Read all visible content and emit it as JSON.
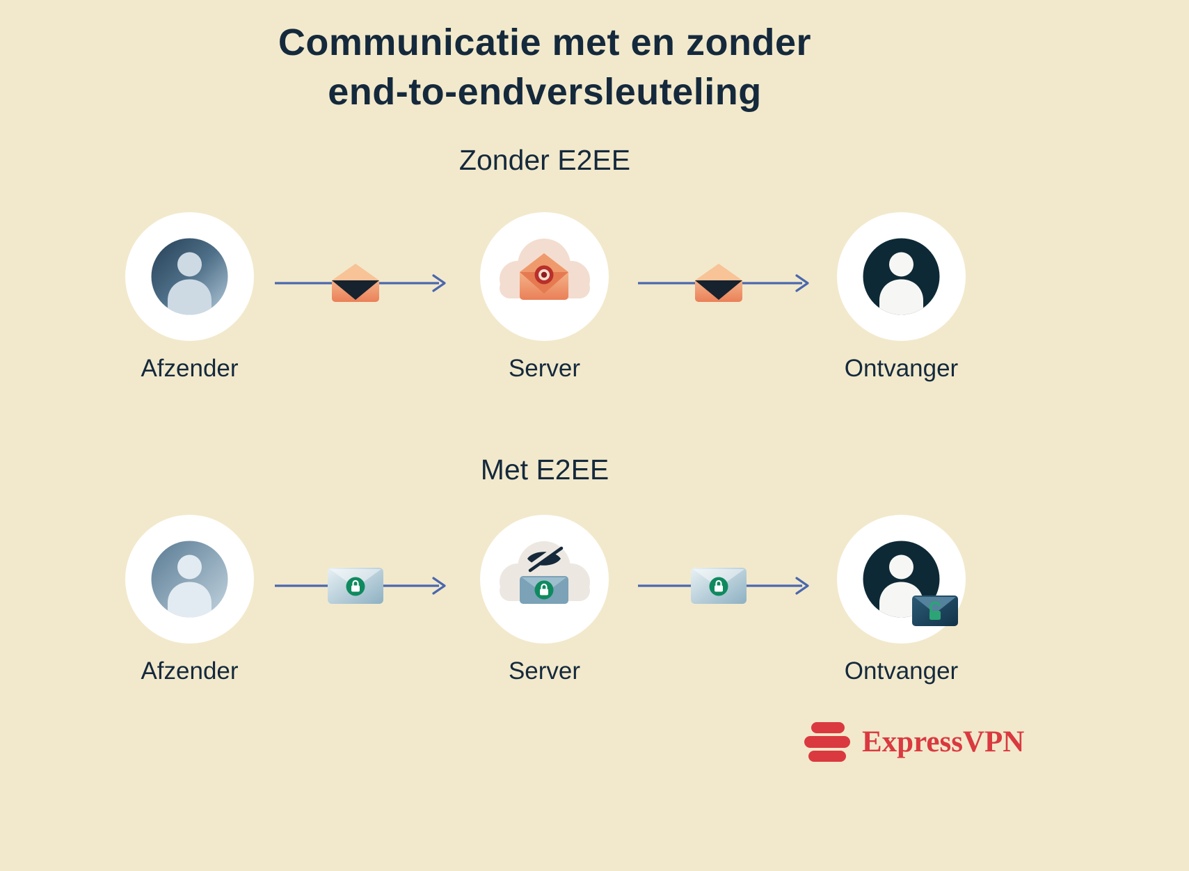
{
  "title": {
    "line1": "Communicatie met en zonder",
    "line2": "end-to-endversleuteling"
  },
  "sections": [
    {
      "id": "zonder-e2ee",
      "heading": "Zonder E2EE",
      "nodes": [
        {
          "label": "Afzender",
          "icon": "person-avatar-light-icon"
        },
        {
          "label": "Server",
          "icon": "cloud-open-envelope-eye-icon"
        },
        {
          "label": "Ontvanger",
          "icon": "person-avatar-dark-icon"
        }
      ],
      "message_icon": "open-envelope-icon"
    },
    {
      "id": "met-e2ee",
      "heading": "Met E2EE",
      "nodes": [
        {
          "label": "Afzender",
          "icon": "person-avatar-light-icon"
        },
        {
          "label": "Server",
          "icon": "cloud-hidden-eye-locked-envelope-icon"
        },
        {
          "label": "Ontvanger",
          "icon": "person-avatar-dark-unlocked-envelope-icon"
        }
      ],
      "message_icon": "locked-envelope-icon"
    }
  ],
  "branding": {
    "wordmark": "ExpressVPN",
    "logo_icon": "expressvpn-logo-icon"
  },
  "colors": {
    "background": "#f2e9cc",
    "text_navy": "#15293c",
    "arrow_blue": "#4a67ae",
    "envelope_orange": "#ec8c60",
    "envelope_flap_navy": "#16222e",
    "eye_red": "#b92f2a",
    "lock_green": "#0f8a5f",
    "encrypted_envelope_blue": "#8db0c2",
    "avatar_navy": "#0e2936",
    "node_circle_white": "#ffffff",
    "brand_red": "#da3940"
  }
}
